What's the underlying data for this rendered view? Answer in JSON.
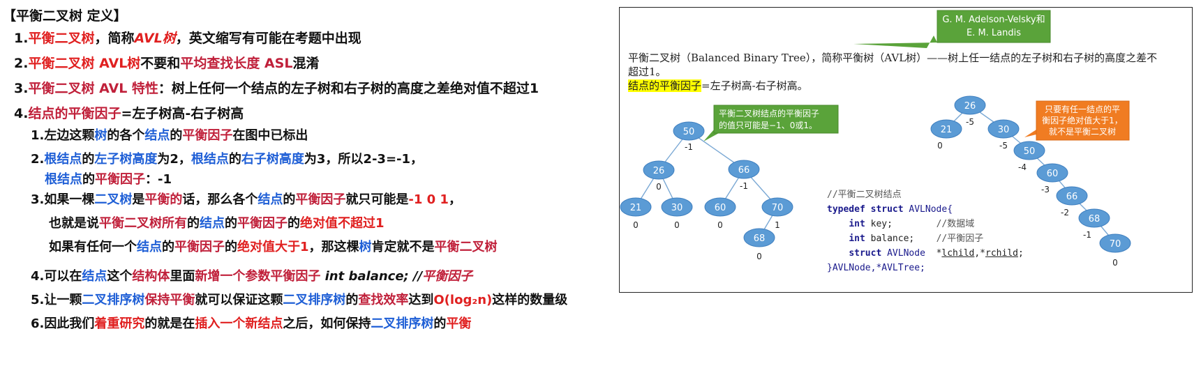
{
  "heading": "【平衡二叉树 定义】",
  "l1": {
    "n": "1.",
    "a": "平衡二叉树",
    "b": "，简称",
    "c": "AVL树",
    "d": "，英文缩写有可能在考题中出现"
  },
  "l2": {
    "n": "2.",
    "a": "平衡二叉树 AVL树",
    "b": "不要和",
    "c": "平均查找长度 ASL",
    "d": "混淆"
  },
  "l3": {
    "n": "3.",
    "a": "平衡二叉树 AVL 特性",
    "b": "：树上任何一个结点的左子树和右子树的高度之差绝对值不超过1"
  },
  "l4": {
    "n": "4.",
    "a": "结点的平衡因子",
    "b": "=左子树高-右子树高"
  },
  "s1": {
    "n": "1.左边这颗",
    "a": "树",
    "b": "的各个",
    "c": "结点",
    "d": "的",
    "e": "平衡因子",
    "f": "在图中已标出"
  },
  "s2": {
    "n": "2.",
    "a": "根结点",
    "b": "的",
    "c": "左子树高度",
    "d": "为2，",
    "e": "根结点",
    "f": "的",
    "g": "右子树高度",
    "h": "为3，所以2-3=-1，"
  },
  "s2b": {
    "a": "根结点",
    "b": "的",
    "c": "平衡因子",
    "d": "：-1"
  },
  "s3": {
    "n": "3.如果一棵",
    "a": "二叉树",
    "b": "是",
    "c": "平衡的",
    "d": "话，那么各个",
    "e": "结点",
    "f": "的",
    "g": "平衡因子",
    "h": "就只可能是",
    "i": "-1 0 1",
    "j": "，"
  },
  "s3b": {
    "n": "也就是说",
    "a": "平衡二叉树所有",
    "b": "的",
    "c": "结点",
    "d": "的",
    "e": "平衡因子",
    "f": "的",
    "g": "绝对值不超过1"
  },
  "s3c": {
    "n": "如果有任何一个",
    "a": "结点",
    "b": "的",
    "c": "平衡因子",
    "d": "的",
    "e": "绝对值大于1",
    "f": "，那这棵",
    "g": "树",
    "h": "肯定就不是",
    "i": "平衡二叉树"
  },
  "s4": {
    "n": "4.可以在",
    "a": "结点",
    "b": "这个",
    "c": "结构体",
    "d": "里面",
    "e": "新增一个参数平衡因子",
    "f": " int balance;  //",
    "g": "平衡因子"
  },
  "s5": {
    "n": "5.让一颗",
    "a": "二叉排序树",
    "b": "保持平衡",
    "c": "就可以保证这颗",
    "d": "二叉排序树",
    "e": "的",
    "f": "查找效率",
    "g": "达到",
    "h": "O(log₂n)",
    "i": "这样的数量级"
  },
  "s6": {
    "n": "6.因此我们",
    "a": "着重研究",
    "b": "的就是在",
    "c": "插入一个新结点",
    "d": "之后，如何保持",
    "e": "二叉排序树",
    "f": "的",
    "g": "平衡"
  },
  "figure": {
    "callout_top": [
      "G. M. Adelson-Velsky和",
      "E. M. Landis"
    ],
    "desc1": "平衡二叉树（Balanced Binary Tree），简称平衡树（AVL树）——树上任一结点的左子树和右子树的高度之差不超过1。",
    "desc2_hl": "结点的平衡因子",
    "desc2_rest": "=左子树高-右子树高。",
    "callout_left": [
      "平衡二叉树结点的平衡因子",
      "的值只可能是−1、0或1。"
    ],
    "callout_right": [
      "只要有任一结点的平",
      "衡因子绝对值大于1，",
      "就不是平衡二叉树"
    ],
    "tree_left": [
      {
        "key": "50",
        "bf": "-1"
      },
      {
        "key": "26",
        "bf": "0"
      },
      {
        "key": "66",
        "bf": "-1"
      },
      {
        "key": "21",
        "bf": "0"
      },
      {
        "key": "30",
        "bf": "0"
      },
      {
        "key": "60",
        "bf": "0"
      },
      {
        "key": "70",
        "bf": "1"
      },
      {
        "key": "68",
        "bf": "0"
      }
    ],
    "tree_right": [
      {
        "key": "26",
        "bf": "-5"
      },
      {
        "key": "21",
        "bf": "0"
      },
      {
        "key": "30",
        "bf": "-5"
      },
      {
        "key": "50",
        "bf": "-4"
      },
      {
        "key": "60",
        "bf": "-3"
      },
      {
        "key": "66",
        "bf": "-2"
      },
      {
        "key": "68",
        "bf": "-1"
      },
      {
        "key": "70",
        "bf": "0"
      }
    ],
    "code": {
      "c0": "//平衡二叉树结点",
      "c1a": "typedef struct",
      "c1b": " AVLNode{",
      "c2a": "int",
      "c2b": " key;",
      "c2c": "//数据域",
      "c3a": "int",
      "c3b": " balance;",
      "c3c": "//平衡因子",
      "c4a": "struct",
      "c4b": " AVLNode",
      "c4c": "*",
      "c4d": "lchild",
      "c4e": ",*",
      "c4f": "rchild",
      "c4g": ";",
      "c5": "}AVLNode,*AVLTree;"
    }
  }
}
